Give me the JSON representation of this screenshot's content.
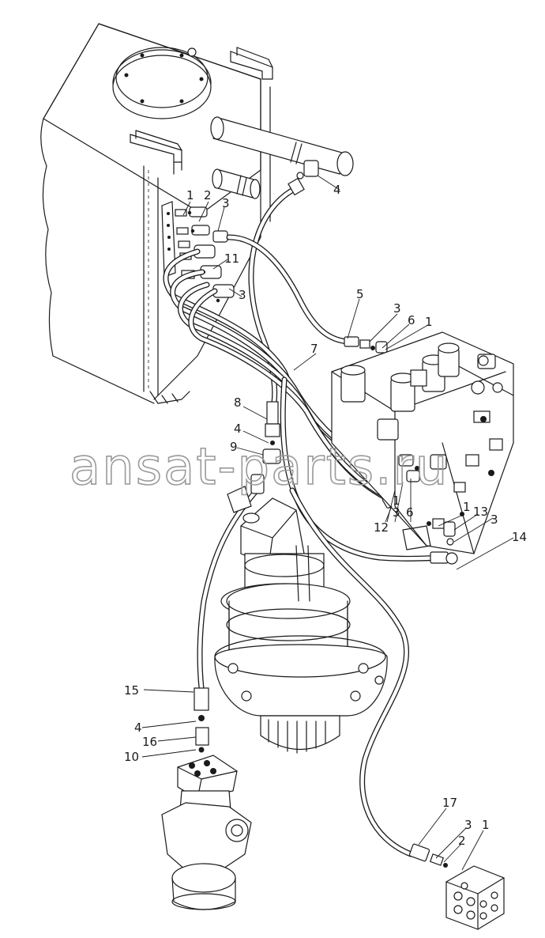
{
  "watermark": "ansat-parts.ru",
  "callouts": [
    {
      "id": "c-1a",
      "label": "1"
    },
    {
      "id": "c-2a",
      "label": "2"
    },
    {
      "id": "c-3a",
      "label": "3"
    },
    {
      "id": "c-4a",
      "label": "4"
    },
    {
      "id": "c-11",
      "label": "11"
    },
    {
      "id": "c-3b",
      "label": "3"
    },
    {
      "id": "c-5",
      "label": "5"
    },
    {
      "id": "c-3c",
      "label": "3"
    },
    {
      "id": "c-6a",
      "label": "6"
    },
    {
      "id": "c-1b",
      "label": "1"
    },
    {
      "id": "c-7",
      "label": "7"
    },
    {
      "id": "c-8",
      "label": "8"
    },
    {
      "id": "c-4b",
      "label": "4"
    },
    {
      "id": "c-9",
      "label": "9"
    },
    {
      "id": "c-1c",
      "label": "1"
    },
    {
      "id": "c-3d",
      "label": "3"
    },
    {
      "id": "c-6b",
      "label": "6"
    },
    {
      "id": "c-1d",
      "label": "1"
    },
    {
      "id": "c-13",
      "label": "13"
    },
    {
      "id": "c-3e",
      "label": "3"
    },
    {
      "id": "c-12",
      "label": "12"
    },
    {
      "id": "c-14",
      "label": "14"
    },
    {
      "id": "c-15",
      "label": "15"
    },
    {
      "id": "c-4c",
      "label": "4"
    },
    {
      "id": "c-16",
      "label": "16"
    },
    {
      "id": "c-10",
      "label": "10"
    },
    {
      "id": "c-17",
      "label": "17"
    },
    {
      "id": "c-3f",
      "label": "3"
    },
    {
      "id": "c-2b",
      "label": "2"
    },
    {
      "id": "c-1e",
      "label": "1"
    }
  ]
}
